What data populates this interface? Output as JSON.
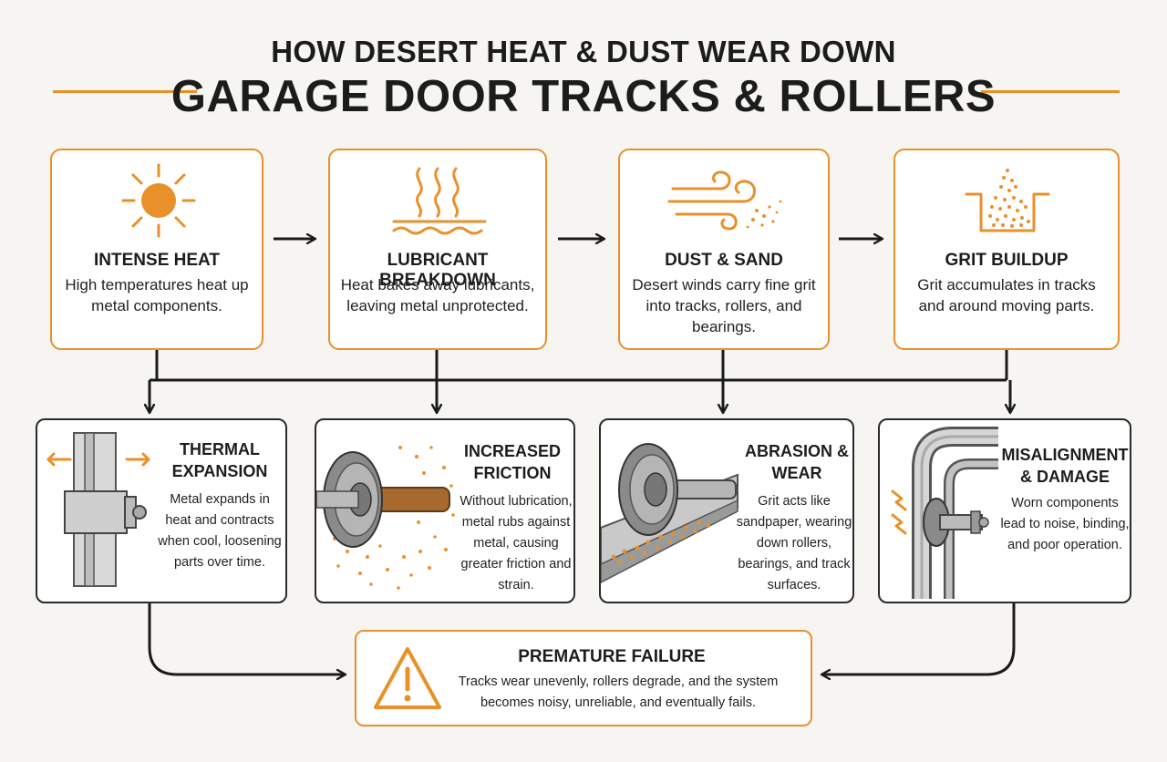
{
  "title": {
    "line1": "HOW DESERT HEAT & DUST WEAR DOWN",
    "line2": "GARAGE DOOR TRACKS & ROLLERS"
  },
  "causes": [
    {
      "title": "INTENSE HEAT",
      "desc": "High temperatures heat up metal components.",
      "icon": "sun-icon"
    },
    {
      "title": "LUBRICANT BREAKDOWN",
      "desc": "Heat bakes away lubricants, leaving metal unprotected.",
      "icon": "heat-waves-icon"
    },
    {
      "title": "DUST & SAND",
      "desc": "Desert winds carry fine grit into tracks, rollers, and bearings.",
      "icon": "wind-dust-icon"
    },
    {
      "title": "GRIT BUILDUP",
      "desc": "Grit accumulates in tracks and around moving parts.",
      "icon": "grit-container-icon"
    }
  ],
  "effects": [
    {
      "title": "THERMAL EXPANSION",
      "desc": "Metal expands in heat and contracts when cool, loosening parts over time.",
      "image": "expanding-track-illustration"
    },
    {
      "title": "INCREASED FRICTION",
      "desc": "Without lubrication, metal rubs against metal, causing greater friction and strain.",
      "image": "roller-friction-illustration"
    },
    {
      "title": "ABRASION & WEAR",
      "desc": "Grit acts like sandpaper, wearing down rollers, bearings, and track surfaces.",
      "image": "roller-grit-illustration"
    },
    {
      "title": "MISALIGNMENT & DAMAGE",
      "desc": "Worn components lead to noise, binding, and poor operation.",
      "image": "bent-track-illustration"
    }
  ],
  "result": {
    "title": "PREMATURE FAILURE",
    "desc": "Tracks wear unevenly, rollers degrade, and the system becomes noisy, unreliable, and eventually fails.",
    "icon": "warning-icon"
  },
  "colors": {
    "accent": "#e8912a",
    "dark": "#2a2a2a",
    "background": "#f6f5f2"
  }
}
